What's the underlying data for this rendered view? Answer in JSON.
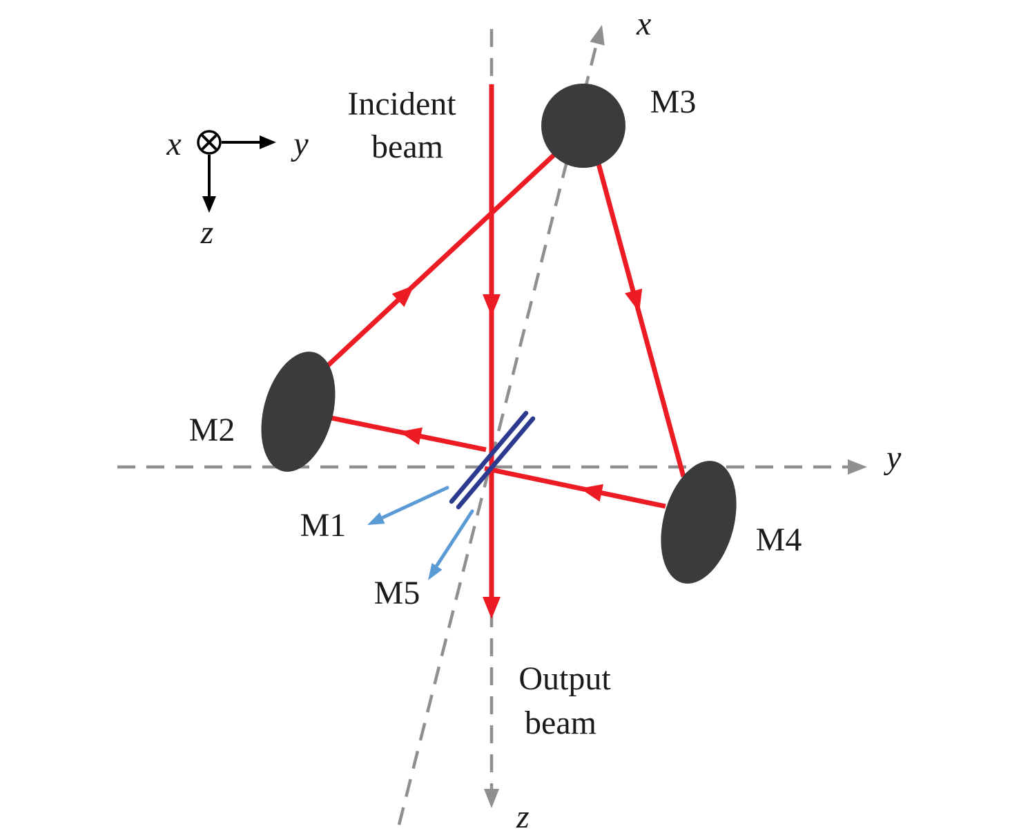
{
  "diagram": {
    "beams": {
      "incident_label_line1": "Incident",
      "incident_label_line2": "beam",
      "output_label_line1": "Output",
      "output_label_line2": "beam"
    },
    "mirrors": {
      "m1": "M1",
      "m2": "M2",
      "m3": "M3",
      "m4": "M4",
      "m5": "M5"
    },
    "axes": {
      "x": "x",
      "y": "y",
      "z": "z"
    },
    "inset": {
      "x": "x",
      "y": "y",
      "z": "z"
    }
  },
  "colors": {
    "beam_red": "#ed1c24",
    "mirror_fill": "#3b3a3c",
    "axis_gray": "#8f8f8f",
    "mirror_blue": "#2b3a8f",
    "arrow_blue": "#5b9bd5",
    "text_black": "#1a1a1a"
  }
}
